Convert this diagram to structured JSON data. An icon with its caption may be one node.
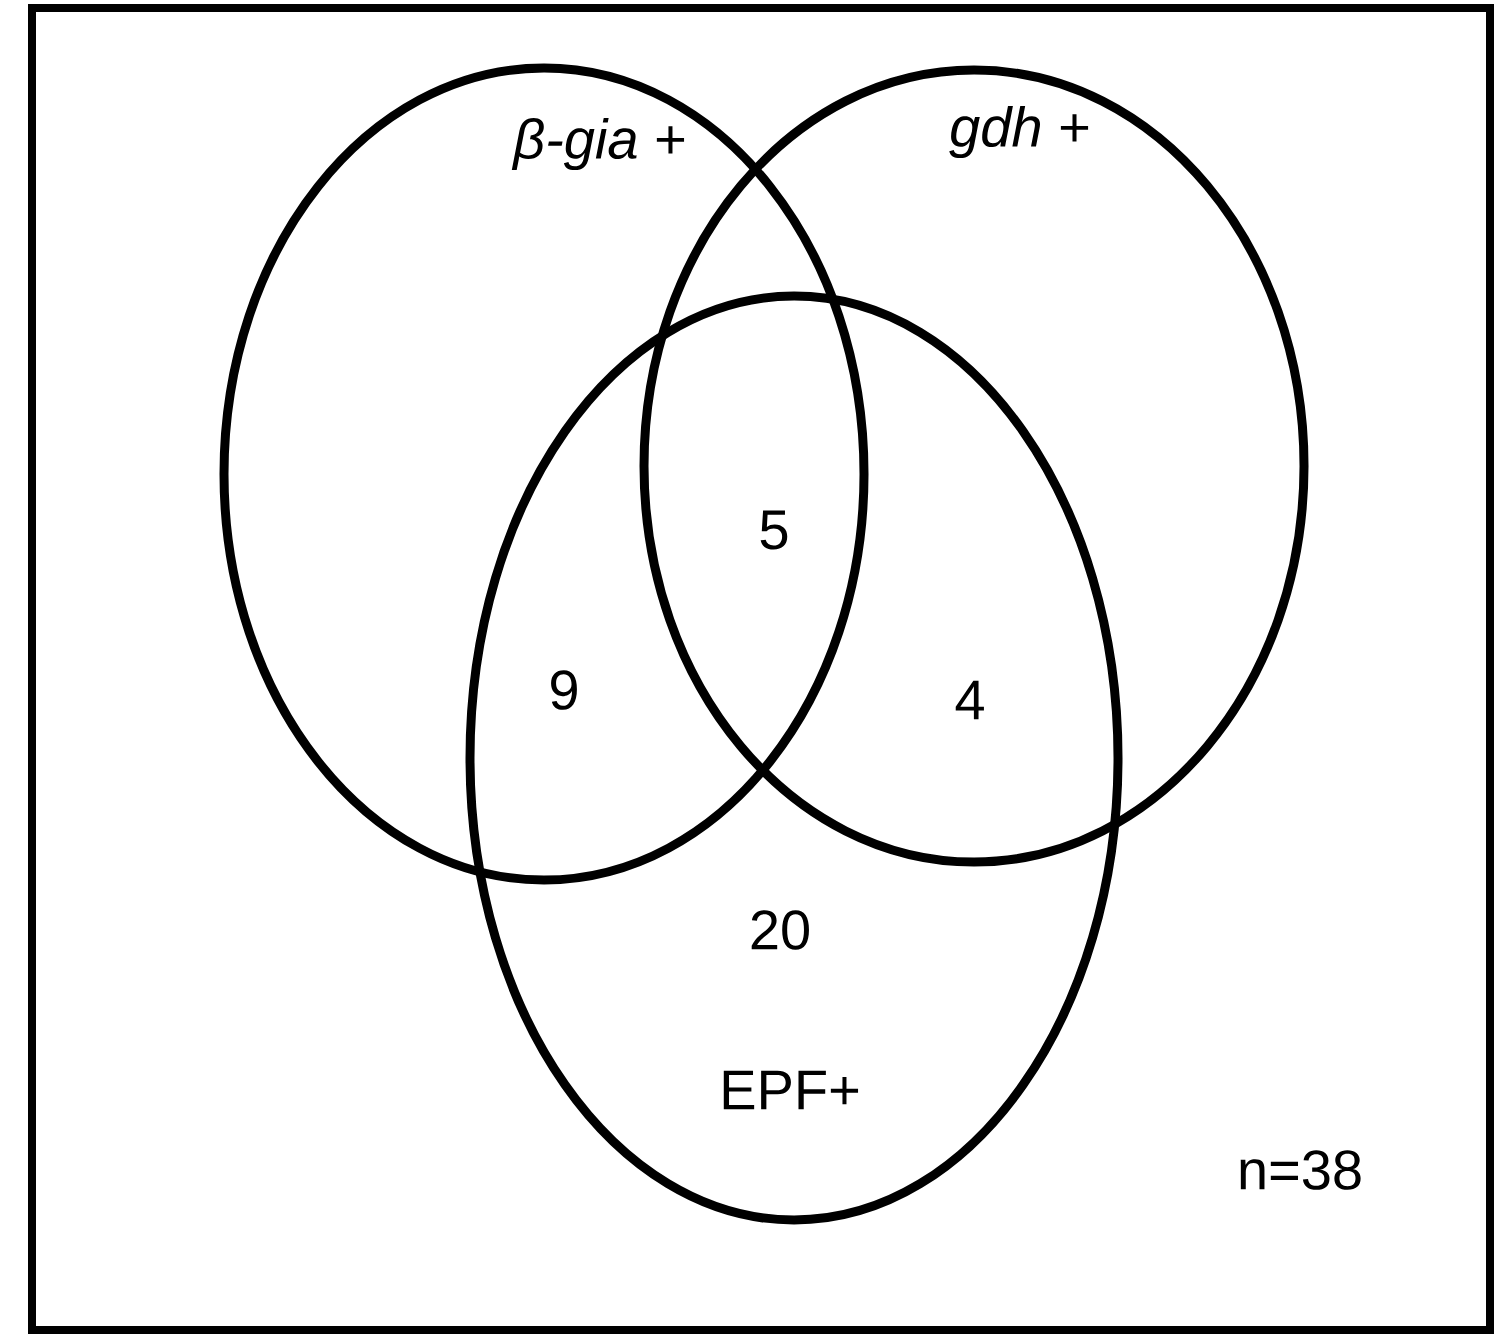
{
  "diagram": {
    "nodes": [
      {
        "text": [
          "*β-gia* +"
        ]
      },
      {
        "text": [
          "*gdh* +"
        ]
      },
      {
        "text": [
          "EPF+"
        ]
      }
    ],
    "labels": [
      "5",
      "9",
      "4",
      "20",
      "n=38"
    ]
  }
}
